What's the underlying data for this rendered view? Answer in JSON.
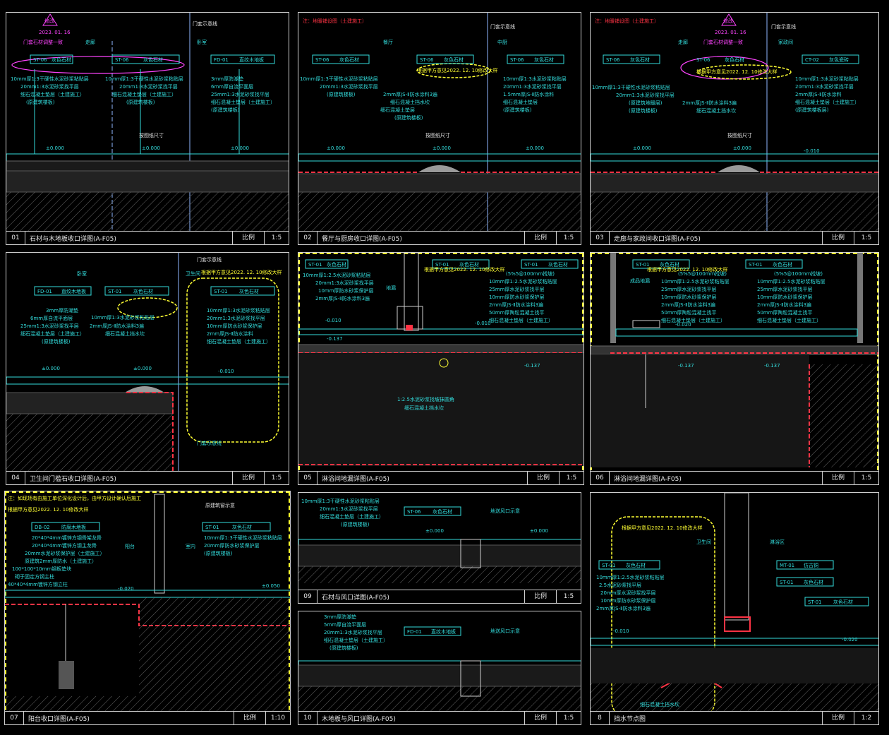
{
  "sheet": {
    "revision_mark": "修改",
    "revision_date": "2023. 01. 16"
  },
  "panels": [
    {
      "num": "01",
      "title": "石材与木地板收口详图(A-F05)",
      "scale_label": "比例",
      "scale": "1:5",
      "notes": [
        "门套石材调整一致",
        "门套示意线"
      ],
      "rooms": [
        "走廊",
        "卧室"
      ],
      "tags": [
        {
          "code": "ST-06",
          "name": "灰色石材"
        },
        {
          "code": "ST-06",
          "name": "灰色石材"
        },
        {
          "code": "FD-01",
          "name": "直纹木地板"
        }
      ],
      "layers_left": [
        "10mm厚1:3干硬性水泥砂浆粘贴层",
        "20mm1:3水泥砂浆找平层",
        "细石混凝土垫层（土建施工）",
        "(原建筑楼板)"
      ],
      "layers_mid": [
        "10mm厚1:3干硬性水泥砂浆粘贴层",
        "20mm1:3水泥砂浆找平层",
        "细石混凝土垫层（土建施工）",
        "(原建筑楼板)"
      ],
      "layers_right": [
        "3mm厚防潮垫",
        "6mm厚自流平面层",
        "25mm1:3水泥砂浆找平层",
        "细石混凝土垫层（土建施工）",
        "(原建筑楼板)"
      ],
      "levels": [
        "±0.000",
        "±0.000",
        "±0.000"
      ],
      "dim": "按图纸尺寸"
    },
    {
      "num": "02",
      "title": "餐厅与厨房收口详图(A-F05)",
      "scale_label": "比例",
      "scale": "1:5",
      "notes": [
        "注：地暖铺设图（土建施工）",
        "门套示意线",
        "根据甲方意见2022. 12. 10修改大样"
      ],
      "rooms": [
        "餐厅",
        "中厨"
      ],
      "tags": [
        {
          "code": "ST-06",
          "name": "灰色石材"
        },
        {
          "code": "ST-06",
          "name": "灰色石材"
        },
        {
          "code": "ST-06",
          "name": "灰色石材"
        }
      ],
      "layers_left": [
        "10mm厚1:3干硬性水泥砂浆粘贴层",
        "20mm1:3水泥砂浆找平层",
        "(原建筑楼板)"
      ],
      "layers_mid": [
        "2mm厚JS-Ⅱ防水涂料3遍",
        "细石混凝土挡水坎",
        "细石混凝土垫层",
        "(原建筑楼板)"
      ],
      "layers_right": [
        "10mm厚1:3水泥砂浆粘贴层",
        "20mm1:3水泥砂浆找平层",
        "1.5mm厚JS-Ⅱ防水涂料",
        "细石混凝土垫层",
        "(原建筑楼板)"
      ],
      "levels": [
        "±0.000",
        "±0.000",
        "±0.000"
      ],
      "dim": "按图纸尺寸"
    },
    {
      "num": "03",
      "title": "走廊与家政间收口详图(A-F05)",
      "scale_label": "比例",
      "scale": "1:5",
      "notes": [
        "注：地暖铺设图（土建施工）",
        "门套石材调整一致",
        "根据甲方意见2022. 12. 10修改大样",
        "门套示意线"
      ],
      "rooms": [
        "走廊",
        "家政间"
      ],
      "tags": [
        {
          "code": "ST-06",
          "name": "灰色石材"
        },
        {
          "code": "ST-06",
          "name": "灰色石材"
        },
        {
          "code": "CT-02",
          "name": "灰色瓷砖"
        }
      ],
      "layers_left": [
        "10mm厚1:3干硬性水泥砂浆粘贴层",
        "20mm1:3水泥砂浆找平层",
        "(原建筑地暖层)",
        "(原建筑楼板)"
      ],
      "layers_mid": [
        "2mm厚JS-Ⅱ防水涂料3遍",
        "细石混凝土挡水坎"
      ],
      "layers_right": [
        "10mm厚1:3水泥砂浆粘贴层",
        "20mm1:3水泥砂浆找平层",
        "2mm厚JS-Ⅱ防水涂料",
        "细石混凝土垫层（土建施工）",
        "(原建筑楼板层)"
      ],
      "levels": [
        "±0.000",
        "±0.000",
        "-0.010"
      ],
      "dim": "按图纸尺寸"
    },
    {
      "num": "04",
      "title": "卫生间门槛石收口详图(A-F05)",
      "scale_label": "比例",
      "scale": "1:5",
      "notes": [
        "门套示意线",
        "根据甲方意见2022. 12. 10修改大样"
      ],
      "rooms": [
        "卧室",
        "卫生间"
      ],
      "tags": [
        {
          "code": "FD-01",
          "name": "直纹木地板"
        },
        {
          "code": "ST-01",
          "name": "灰色石材"
        },
        {
          "code": "ST-01",
          "name": "灰色石材"
        }
      ],
      "layers_left": [
        "3mm厚防潮垫",
        "6mm厚自流平面层",
        "25mm1:3水泥砂浆找平层",
        "细石混凝土垫层（土建施工）",
        "(原建筑楼板)"
      ],
      "layers_mid": [
        "10mm厚1:3水泥砂浆粘贴层",
        "2mm厚JS-Ⅱ防水涂料3遍",
        "细石混凝土挡水坎"
      ],
      "layers_right": [
        "10mm厚1:3水泥砂浆粘贴层",
        "20mm1:3水泥砂浆找平层",
        "10mm厚防水砂浆保护层",
        "2mm厚JS-Ⅱ防水涂料",
        "细石混凝土垫层（土建施工）"
      ],
      "levels": [
        "±0.000",
        "±0.000",
        "-0.010"
      ]
    },
    {
      "num": "05",
      "title": "淋浴间地漏详图(A-F05)",
      "scale_label": "比例",
      "scale": "1:5",
      "notes": [
        "根据甲方意见2022. 12. 10修改大样"
      ],
      "tags": [
        {
          "code": "ST-01",
          "name": "灰色石材"
        },
        {
          "code": "ST-01",
          "name": "灰色石材"
        },
        {
          "code": "ST-01",
          "name": "灰色石材"
        }
      ],
      "layers_left": [
        "10mm厚1:2.5水泥砂浆粘贴层",
        "20mm1:3水泥砂浆找平层",
        "10mm厚防水砂浆保护层",
        "2mm厚JS-Ⅱ防水涂料3遍"
      ],
      "layers_right": [
        "(5%5@100mm找坡)",
        "10mm厚1:2.5水泥砂浆粘贴层",
        "25mm厚水泥砂浆找平层",
        "10mm厚防水砂浆保护层",
        "2mm厚JS-Ⅱ防水涂料3遍",
        "50mm厚陶粒混凝土找平",
        "细石混凝土垫层（土建施工）"
      ],
      "callouts": [
        "地漏",
        "1:2.5水泥砂浆找坡抹圆角",
        "细石混凝土挡水坎"
      ],
      "levels": [
        "-0.010",
        "-0.010",
        "-0.137",
        "-0.137"
      ]
    },
    {
      "num": "06",
      "title": "淋浴间地漏详图(A-F05)",
      "scale_label": "比例",
      "scale": "1:5",
      "notes": [
        "根据甲方意见2022. 12. 10修改大样"
      ],
      "tags": [
        {
          "code": "ST-01",
          "name": "灰色石材"
        },
        {
          "code": "ST-01",
          "name": "灰色石材"
        }
      ],
      "layers_left": [
        "(5%5@100mm找坡)",
        "10mm厚1:2.5水泥砂浆粘贴层",
        "25mm厚水泥砂浆找平层",
        "10mm厚防水砂浆保护层",
        "2mm厚JS-Ⅱ防水涂料3遍",
        "50mm厚陶粒混凝土找平",
        "细石混凝土垫层（土建施工）"
      ],
      "layers_right": [
        "(5%5@100mm找坡)",
        "10mm厚1:2.5水泥砂浆粘贴层",
        "25mm厚水泥砂浆找平层",
        "10mm厚防水砂浆保护层",
        "2mm厚JS-Ⅱ防水涂料3遍",
        "50mm厚陶粒混凝土找平",
        "细石混凝土垫层（土建施工）"
      ],
      "callouts": [
        "成品地漏"
      ],
      "levels": [
        "-0.020",
        "-0.137",
        "-0.137"
      ]
    },
    {
      "num": "07",
      "title": "阳台收口详图(A-F05)",
      "scale_label": "比例",
      "scale": "1:10",
      "notes": [
        "注：如现场有由施工单位深化设计后，由甲方设计确认后施工",
        "根据甲方意见2022. 12. 10修改大样",
        "原建筑窗示意"
      ],
      "rooms": [
        "阳台",
        "室内"
      ],
      "tags": [
        {
          "code": "DB-02",
          "name": "防腐木地板"
        },
        {
          "code": "ST-01",
          "name": "灰色石材"
        }
      ],
      "layers_left": [
        "20*40*4mm镀锌方钢骨架龙骨",
        "20*40*4mm镀锌方钢主龙骨",
        "20mm水泥砂浆保护层（土建施工）",
        "原建筑2mm厚防水（土建施工）",
        "100*100*10mm钢板垫块",
        "砌于固定方钢主柱",
        "40*40*4mm镀锌方钢立柱"
      ],
      "layers_right": [
        "10mm厚1:3干硬性水泥砂浆粘贴层",
        "20mm厚防水砂浆保护层",
        "(原建筑楼板)"
      ],
      "levels": [
        "-0.020",
        "±0.050"
      ]
    },
    {
      "num": "09",
      "title": "石材与风口详图(A-F05)",
      "scale_label": "比例",
      "scale": "1:5",
      "tags": [
        {
          "code": "ST-06",
          "name": "灰色石材"
        }
      ],
      "layers_left": [
        "10mm厚1:3干硬性水泥砂浆粘贴层",
        "20mm1:3水泥砂浆找平层",
        "细石混凝土垫层（土建施工）",
        "(原建筑楼板)"
      ],
      "callouts": [
        "地送风口示意"
      ],
      "levels": [
        "±0.000",
        "±0.000"
      ]
    },
    {
      "num": "10",
      "title": "木地板与风口详图(A-F05)",
      "scale_label": "比例",
      "scale": "1:5",
      "tags": [
        {
          "code": "FD-01",
          "name": "直纹木地板"
        }
      ],
      "layers_left": [
        "3mm厚防潮垫",
        "5mm厚自流平面层",
        "20mm1:3水泥砂浆找平层",
        "细石混凝土垫层（土建施工）",
        "(原建筑楼板)"
      ],
      "callouts": [
        "地送风口示意"
      ]
    },
    {
      "num": "8",
      "title": "挡水节点图",
      "scale_label": "比例",
      "scale": "1:2",
      "notes": [
        "根据甲方意见2022. 12. 10修改大样"
      ],
      "rooms": [
        "卫生间",
        "淋浴区"
      ],
      "tags": [
        {
          "code": "ST-01",
          "name": "灰色石材"
        },
        {
          "code": "MT-01",
          "name": "仿古铜"
        },
        {
          "code": "ST-01",
          "name": "灰色石材"
        },
        {
          "code": "ST-01",
          "name": "灰色石材"
        }
      ],
      "layers_left": [
        "10mm厚1:2.5水泥砂浆粘贴层",
        "2.5水泥砂浆找平层",
        "20mm厚水泥砂浆找平层",
        "10mm厚防水砂浆保护层",
        "2mm厚JS-Ⅱ防水涂料3遍"
      ],
      "callouts": [
        "细石混凝土挡水坎"
      ],
      "levels": [
        "-0.010",
        "-0.020"
      ]
    }
  ],
  "colors": {
    "background": "#000000",
    "frame": "#cfcfcf",
    "text_cyan": "#33dddd",
    "note_yellow": "#ffff33",
    "waterproof_red": "#ff3344",
    "revision_magenta": "#ff44ff"
  }
}
